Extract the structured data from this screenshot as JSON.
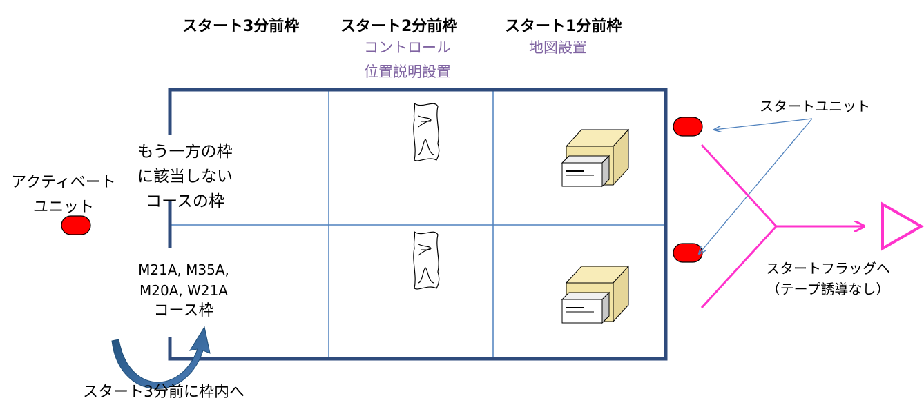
{
  "headers": {
    "col1": "スタート3分前枠",
    "col2": "スタート2分前枠",
    "col3": "スタート1分前枠"
  },
  "col2_sub": {
    "line1": "コントロール",
    "line2": "位置説明設置"
  },
  "col3_sub": {
    "line1": "地図設置"
  },
  "activate_unit": {
    "line1": "アクティベート",
    "line2": "ユニット"
  },
  "lane_top": {
    "line1": "もう一方の枠",
    "line2": "に該当しない",
    "line3": "コースの枠"
  },
  "lane_bottom": {
    "line1": "M21A, M35A,",
    "line2": "M20A, W21A",
    "line3": "コース枠"
  },
  "enter_note": "スタート3分前に枠内へ",
  "start_unit": "スタートユニット",
  "start_flag": {
    "line1": "スタートフラッグへ",
    "line2": "（テープ誘導なし）"
  },
  "colors": {
    "frame": "#2f4b7c",
    "grid": "#4f81bd",
    "unit": "#ff0000",
    "flag_path": "#ff33cc",
    "accent_text": "#8064a2",
    "arrow": "#4f81bd"
  },
  "icons": {
    "control_description": "control-description-icon",
    "map_box": "map-box-icon",
    "unit": "electronic-unit-icon",
    "curved_arrow": "curved-arrow-icon"
  }
}
